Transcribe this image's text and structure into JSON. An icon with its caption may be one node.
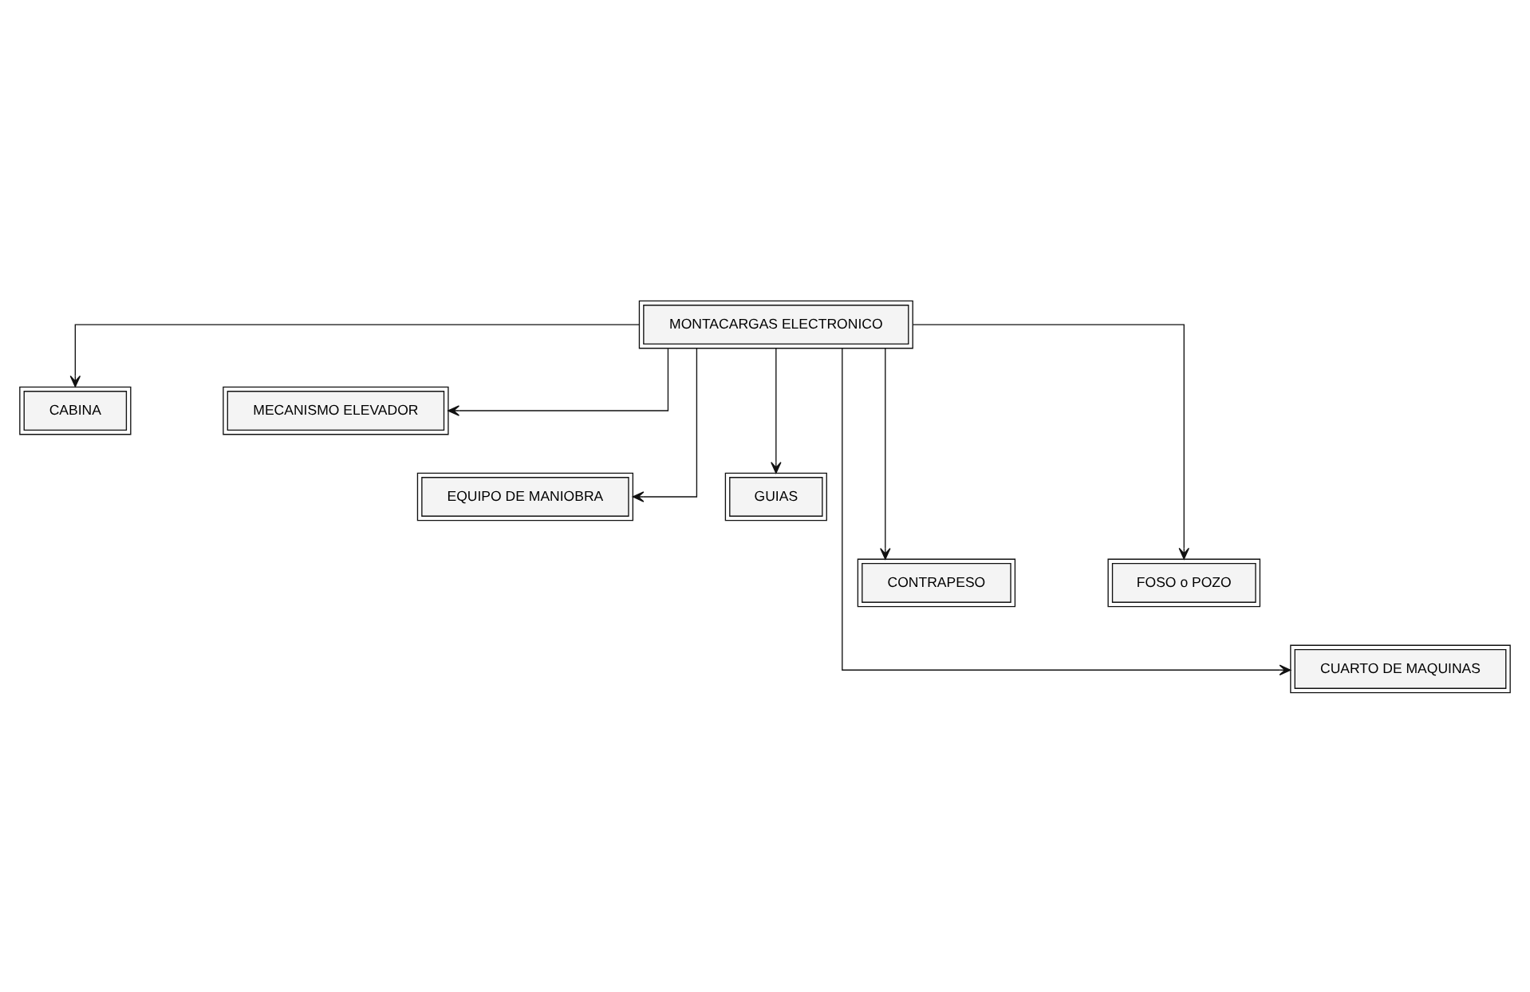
{
  "diagram": {
    "nodes": [
      {
        "text": [
          "MONTACARGAS ELECTRONICO"
        ]
      },
      {
        "text": [
          "CABINA"
        ]
      },
      {
        "text": [
          "MECANISMO ELEVADOR"
        ]
      },
      {
        "text": [
          "EQUIPO DE MANIOBRA"
        ]
      },
      {
        "text": [
          "GUIAS"
        ]
      },
      {
        "text": [
          "CONTRAPESO"
        ]
      },
      {
        "text": [
          "FOSO o POZO"
        ]
      },
      {
        "text": [
          "CUARTO DE MAQUINAS"
        ]
      }
    ],
    "edges": [
      {
        "from": 0,
        "to": 1,
        "arrow": "to"
      },
      {
        "from": 0,
        "to": 2,
        "arrow": "to"
      },
      {
        "from": 0,
        "to": 3,
        "arrow": "to"
      },
      {
        "from": 0,
        "to": 4,
        "arrow": "to"
      },
      {
        "from": 0,
        "to": 5,
        "arrow": "to"
      },
      {
        "from": 0,
        "to": 6,
        "arrow": "to"
      },
      {
        "from": 0,
        "to": 7,
        "arrow": "to"
      }
    ]
  }
}
